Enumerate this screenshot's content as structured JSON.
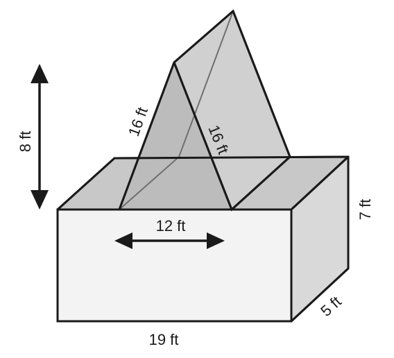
{
  "dimensions": {
    "height_total": "8 ft",
    "slant_left": "16 ft",
    "slant_right": "16 ft",
    "prism_base": "12 ft",
    "box_length": "19 ft",
    "box_depth": "5 ft",
    "box_height": "7 ft"
  },
  "colors": {
    "box_front": "#f3f3f3",
    "box_side": "#d9d9d9",
    "box_top": "#c8c8c8",
    "prism_front": "#bcbcbc",
    "prism_side": "#d0d0d0",
    "prism_back": "#b0b0b0",
    "outline": "#1a1a1a"
  }
}
